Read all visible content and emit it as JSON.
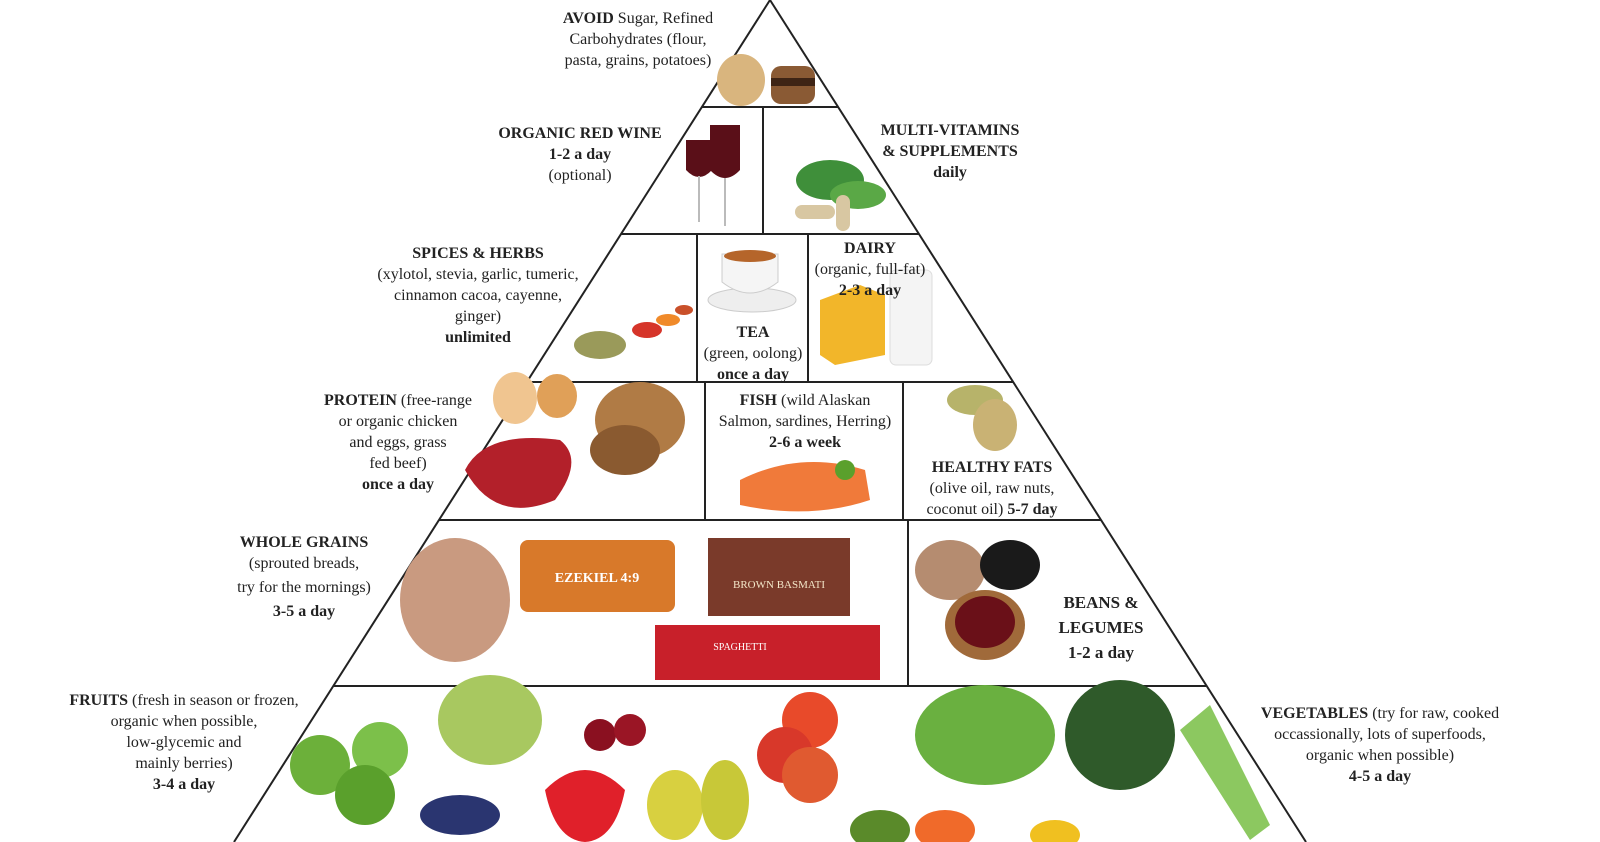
{
  "tiers": {
    "avoid": {
      "title": "AVOID",
      "lines": [
        "Sugar, Refined",
        "Carbohydrates (flour,",
        "pasta, grains, potatoes)"
      ]
    },
    "wine": {
      "title": "ORGANIC RED WINE",
      "freq": "1-2 a day",
      "note": "(optional)"
    },
    "vitamins": {
      "title1": "MULTI-VITAMINS",
      "title2": "& SUPPLEMENTS",
      "freq": "daily"
    },
    "spices": {
      "title": "SPICES & HERBS",
      "lines": [
        "(xylotol, stevia, garlic, tumeric,",
        "cinnamon cacoa, cayenne,",
        "ginger)"
      ],
      "freq": "unlimited"
    },
    "tea": {
      "title": "TEA",
      "note": "(green, oolong)",
      "freq": "once a day"
    },
    "dairy": {
      "title": "DAIRY",
      "note": "(organic, full-fat)",
      "freq": "2-3 a day"
    },
    "protein": {
      "title": "PROTEIN",
      "lines": [
        "(free-range",
        "or organic chicken",
        "and eggs, grass",
        "fed beef)"
      ],
      "freq": "once a day"
    },
    "fish": {
      "title": "FISH",
      "lines": [
        "(wild Alaskan",
        "Salmon, sardines, Herring)"
      ],
      "freq": "2-6 a week"
    },
    "fats": {
      "title": "HEALTHY FATS",
      "lines": [
        "(olive oil, raw nuts,",
        "coconut oil)"
      ],
      "freq": "5-7 day"
    },
    "grains": {
      "title": "WHOLE GRAINS",
      "lines": [
        "(sprouted breads,",
        "try for the mornings)"
      ],
      "freq": "3-5 a day",
      "packages": [
        "EZEKIEL 4:9",
        "BROWN BASMATI",
        "SPAGHETTI"
      ]
    },
    "beans": {
      "title1": "BEANS &",
      "title2": "LEGUMES",
      "freq": "1-2 a day"
    },
    "fruits": {
      "title": "FRUITS",
      "lines": [
        "(fresh in season or frozen,",
        "organic when possible,",
        "low-glycemic and",
        "mainly berries)"
      ],
      "freq": "3-4 a day"
    },
    "vegetables": {
      "title": "VEGETABLES",
      "lines": [
        "(try for raw, cooked",
        "occassionally, lots of superfoods,",
        "organic when possible)"
      ],
      "freq": "4-5 a day"
    }
  },
  "colors": {
    "line": "#222222",
    "wine": "#5a0f18",
    "meat": "#b3202a",
    "salmon": "#f07a3a",
    "green": "#5aa02c"
  }
}
